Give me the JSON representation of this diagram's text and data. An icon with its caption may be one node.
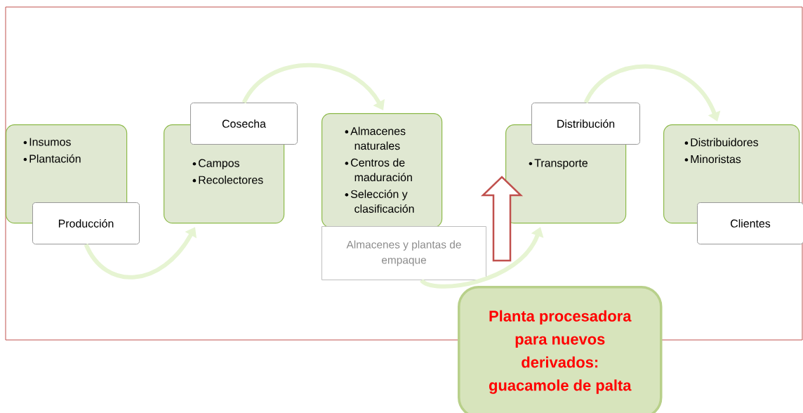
{
  "diagram": {
    "nodes": [
      {
        "text": [
          "Insumos",
          "Plantación"
        ]
      },
      {
        "text": [
          "Producción"
        ]
      },
      {
        "text": [
          "Campos",
          "Recolectores"
        ]
      },
      {
        "text": [
          "Cosecha"
        ]
      },
      {
        "text": [
          "Almacenes naturales",
          "Centros de maduración",
          "Selección y clasificación"
        ]
      },
      {
        "text": [
          "Almacenes y plantas de empaque"
        ]
      },
      {
        "text": [
          "Transporte"
        ]
      },
      {
        "text": [
          "Distribución"
        ]
      },
      {
        "text": [
          "Distribuidores",
          "Minoristas"
        ]
      },
      {
        "text": [
          "Clientes"
        ]
      },
      {
        "text": [
          "Planta procesadora para nuevos derivados: guacamole de palta"
        ]
      }
    ],
    "edges": [
      {
        "from": 1,
        "to": 2,
        "arrow": "to"
      },
      {
        "from": 3,
        "to": 4,
        "arrow": "to"
      },
      {
        "from": 5,
        "to": 6,
        "arrow": "to"
      },
      {
        "from": 7,
        "to": 8,
        "arrow": "to"
      },
      {
        "from": 10,
        "to": 6,
        "arrow": "to",
        "style": "thick",
        "color": "#c0504d"
      }
    ]
  }
}
